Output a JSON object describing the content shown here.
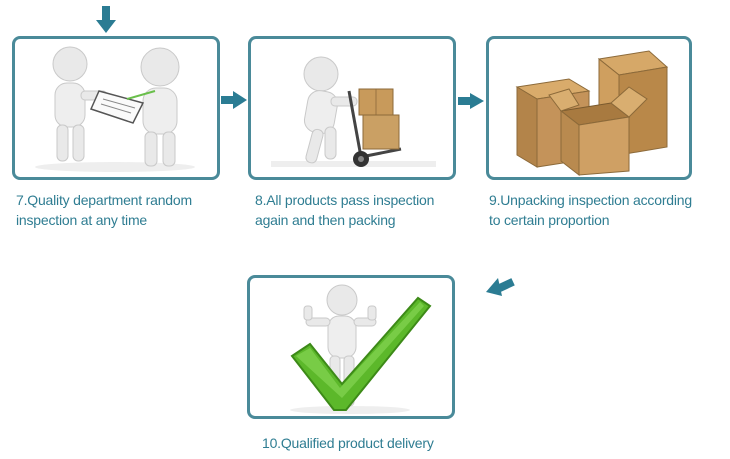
{
  "steps": [
    {
      "caption": "7.Quality department random inspection at any time",
      "icon": "inspection-figures"
    },
    {
      "caption": "8.All products pass inspection again and then packing",
      "icon": "hand-truck-boxes"
    },
    {
      "caption": "9.Unpacking inspection according to certain proportion",
      "icon": "cardboard-boxes"
    },
    {
      "caption": "10.Qualified product delivery",
      "icon": "green-checkmark"
    }
  ],
  "colors": {
    "border": "#4a8a99",
    "arrow": "#2b7c93",
    "text": "#2f7d92",
    "check": "#5cb82a"
  }
}
